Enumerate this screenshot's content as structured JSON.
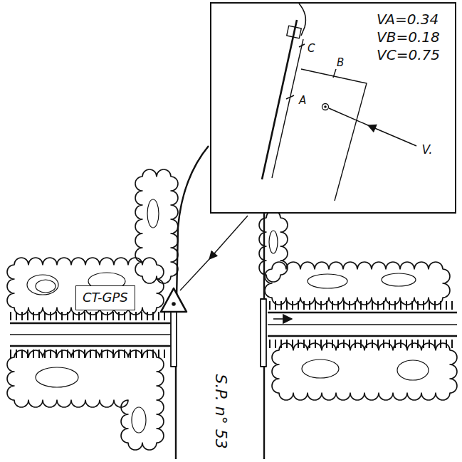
{
  "diagram": {
    "nodes": [
      {
        "text": [
          "VA=0.34",
          "VB=0.18",
          "VC=0.75"
        ]
      },
      {
        "text": [
          "CT-GPS"
        ]
      }
    ],
    "labels": [
      "C",
      "B",
      "A",
      "V.",
      "S.P. n° 53"
    ]
  }
}
